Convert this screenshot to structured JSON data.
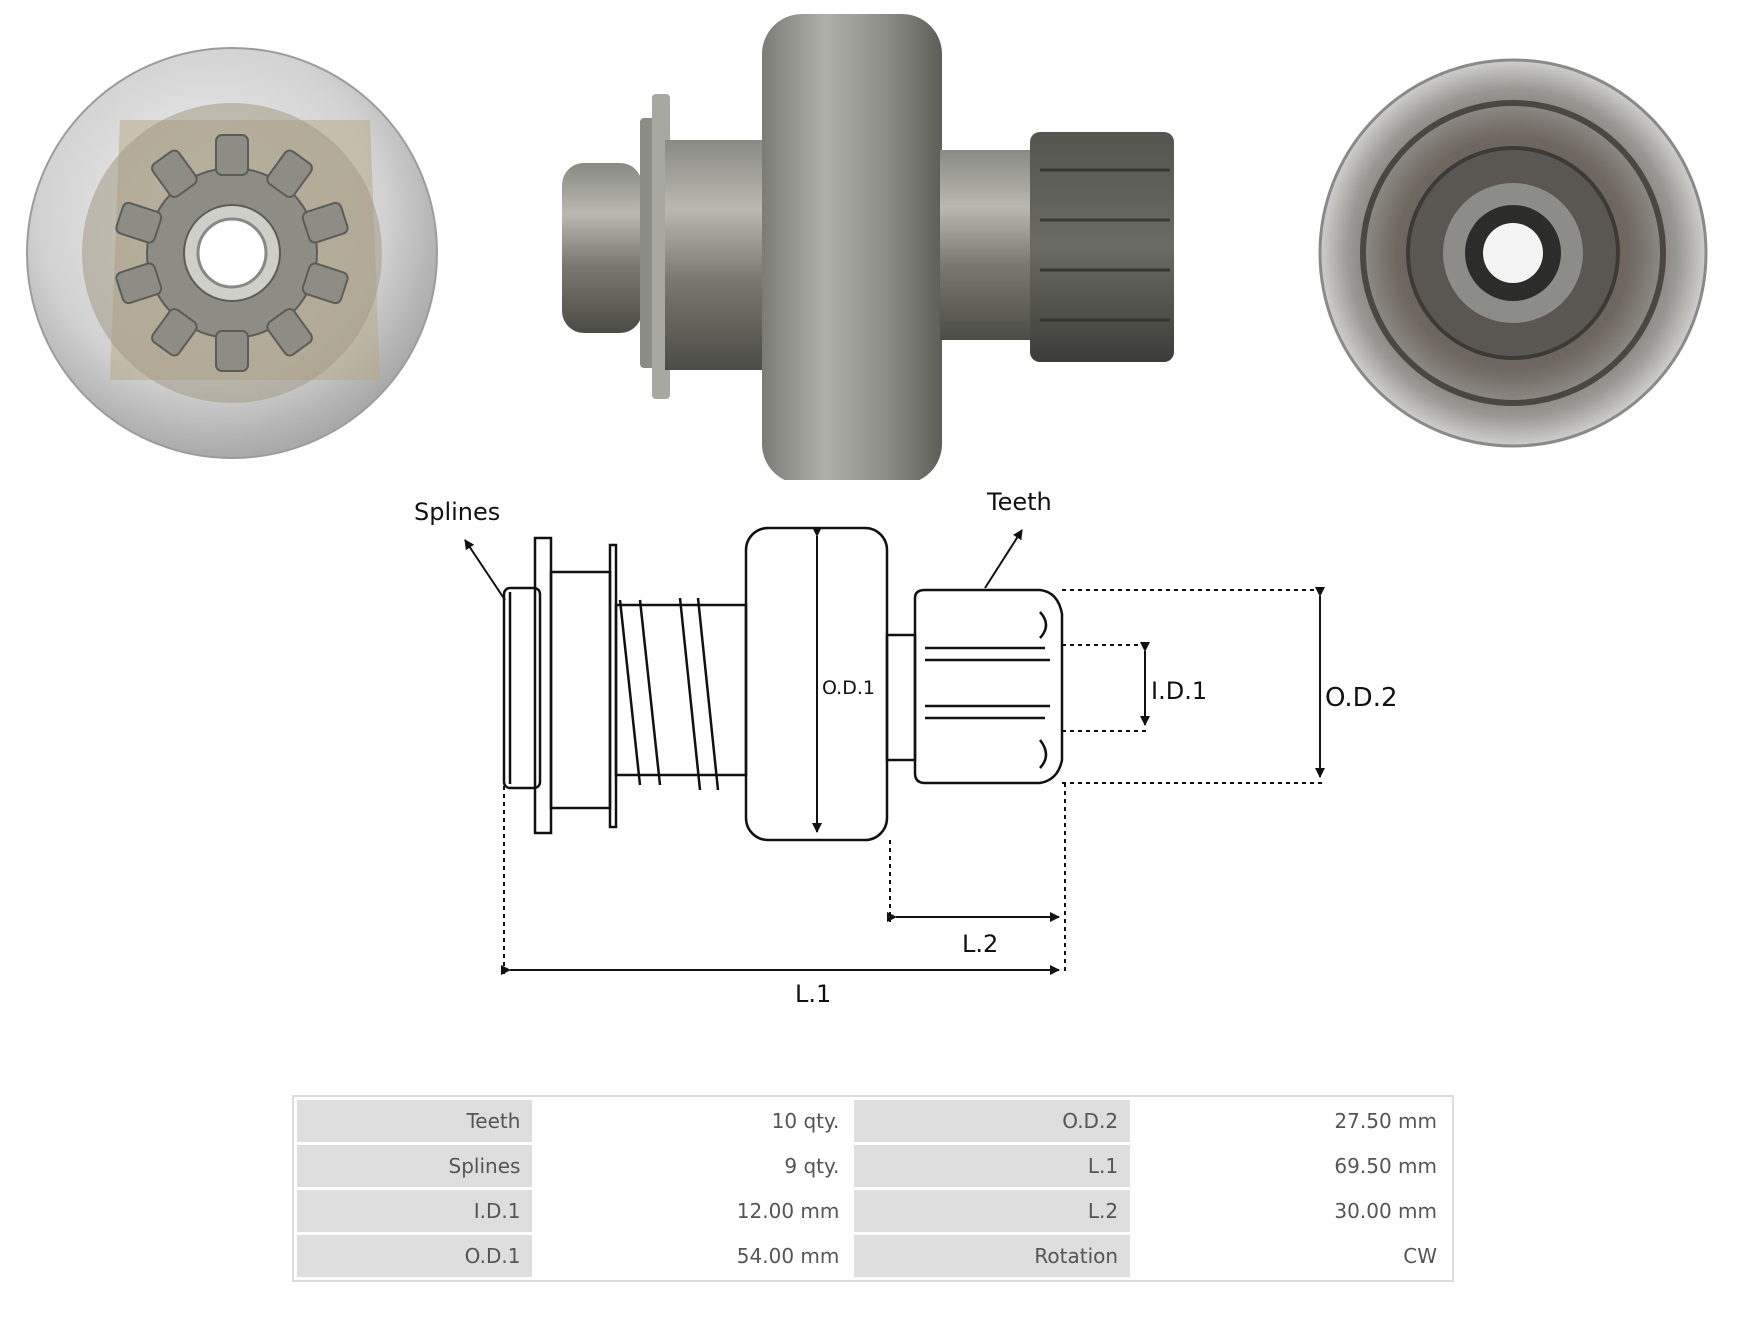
{
  "diagram": {
    "labels": {
      "splines": "Splines",
      "teeth": "Teeth",
      "od1": "O.D.1",
      "id1": "I.D.1",
      "od2": "O.D.2",
      "l1": "L.1",
      "l2": "L.2"
    }
  },
  "specs": {
    "rows": [
      [
        {
          "label": "Teeth",
          "value": "10 qty."
        },
        {
          "label": "O.D.2",
          "value": "27.50 mm"
        }
      ],
      [
        {
          "label": "Splines",
          "value": "9 qty."
        },
        {
          "label": "L.1",
          "value": "69.50 mm"
        }
      ],
      [
        {
          "label": "I.D.1",
          "value": "12.00 mm"
        },
        {
          "label": "L.2",
          "value": "30.00 mm"
        }
      ],
      [
        {
          "label": "O.D.1",
          "value": "54.00 mm"
        },
        {
          "label": "Rotation",
          "value": "CW"
        }
      ]
    ]
  },
  "colors": {
    "metal_light": "#d6d6d6",
    "metal_dark": "#6c6c64",
    "line": "#111111",
    "table_label_bg": "#dedede",
    "table_border": "#dcdcdc"
  }
}
